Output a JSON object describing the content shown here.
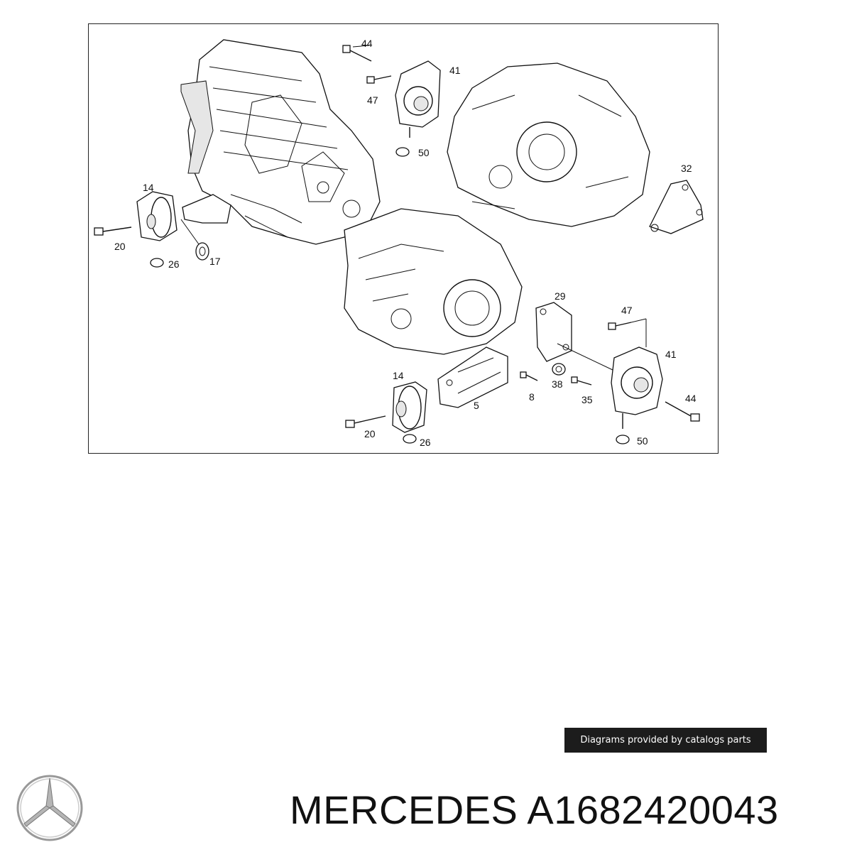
{
  "diagram": {
    "callouts": {
      "c44_top": "44",
      "c47_top": "47",
      "c41_top": "41",
      "c50_top": "50",
      "c32": "32",
      "c14_left": "14",
      "c20_left": "20",
      "c26_left": "26",
      "c17": "17",
      "c29": "29",
      "c47_right": "47",
      "c41_right": "41",
      "c14_bottom": "14",
      "c5": "5",
      "c8": "8",
      "c38": "38",
      "c35": "35",
      "c44_right": "44",
      "c20_bottom": "20",
      "c26_bottom": "26",
      "c50_bottom": "50"
    }
  },
  "caption": "Diagrams provided by catalogs parts",
  "brand_line": "MERCEDES A1682420043",
  "logo_icon": "mercedes-star-icon",
  "colors": {
    "caption_bg": "#1c1c1c",
    "text": "#111111"
  }
}
